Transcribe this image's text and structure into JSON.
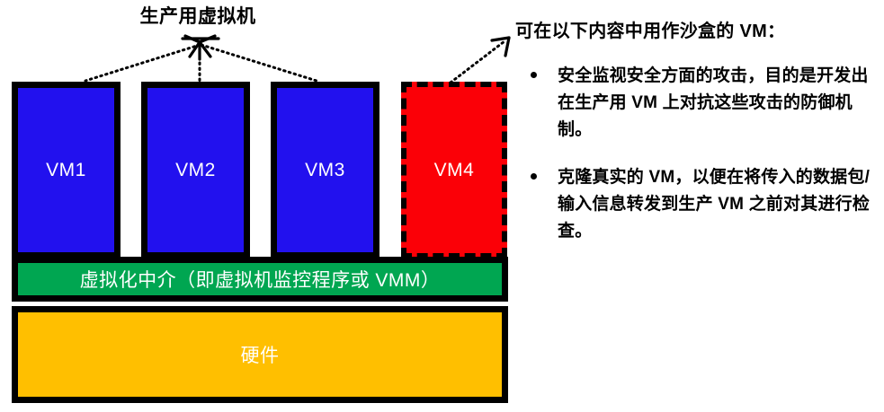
{
  "diagram": {
    "title": "生产用虚拟机",
    "production_vms": [
      {
        "label": "VM1"
      },
      {
        "label": "VM2"
      },
      {
        "label": "VM3"
      }
    ],
    "sandbox_vm": {
      "label": "VM4"
    },
    "layers": [
      {
        "id": "vmm",
        "label": "虚拟化中介（即虚拟机监控程序或 VMM）",
        "color": "#00a651"
      },
      {
        "id": "hardware",
        "label": "硬件",
        "color": "#ffbf00"
      }
    ],
    "colors": {
      "production_vm_fill": "#2211ee",
      "sandbox_vm_fill": "#fb0007",
      "vmm_fill": "#00a651",
      "hardware_fill": "#ffbf00",
      "outline": "#000000",
      "label_text": "#ffffff"
    }
  },
  "panel": {
    "heading": "可在以下内容中用作沙盒的 VM：",
    "bullets": [
      {
        "text": "安全监视安全方面的攻击，目的是开发出在生产用 VM 上对抗这些攻击的防御机制。"
      },
      {
        "text": "克隆真实的 VM，以便在将传入的数据包/输入信息转发到生产 VM 之前对其进行检查。"
      }
    ]
  }
}
